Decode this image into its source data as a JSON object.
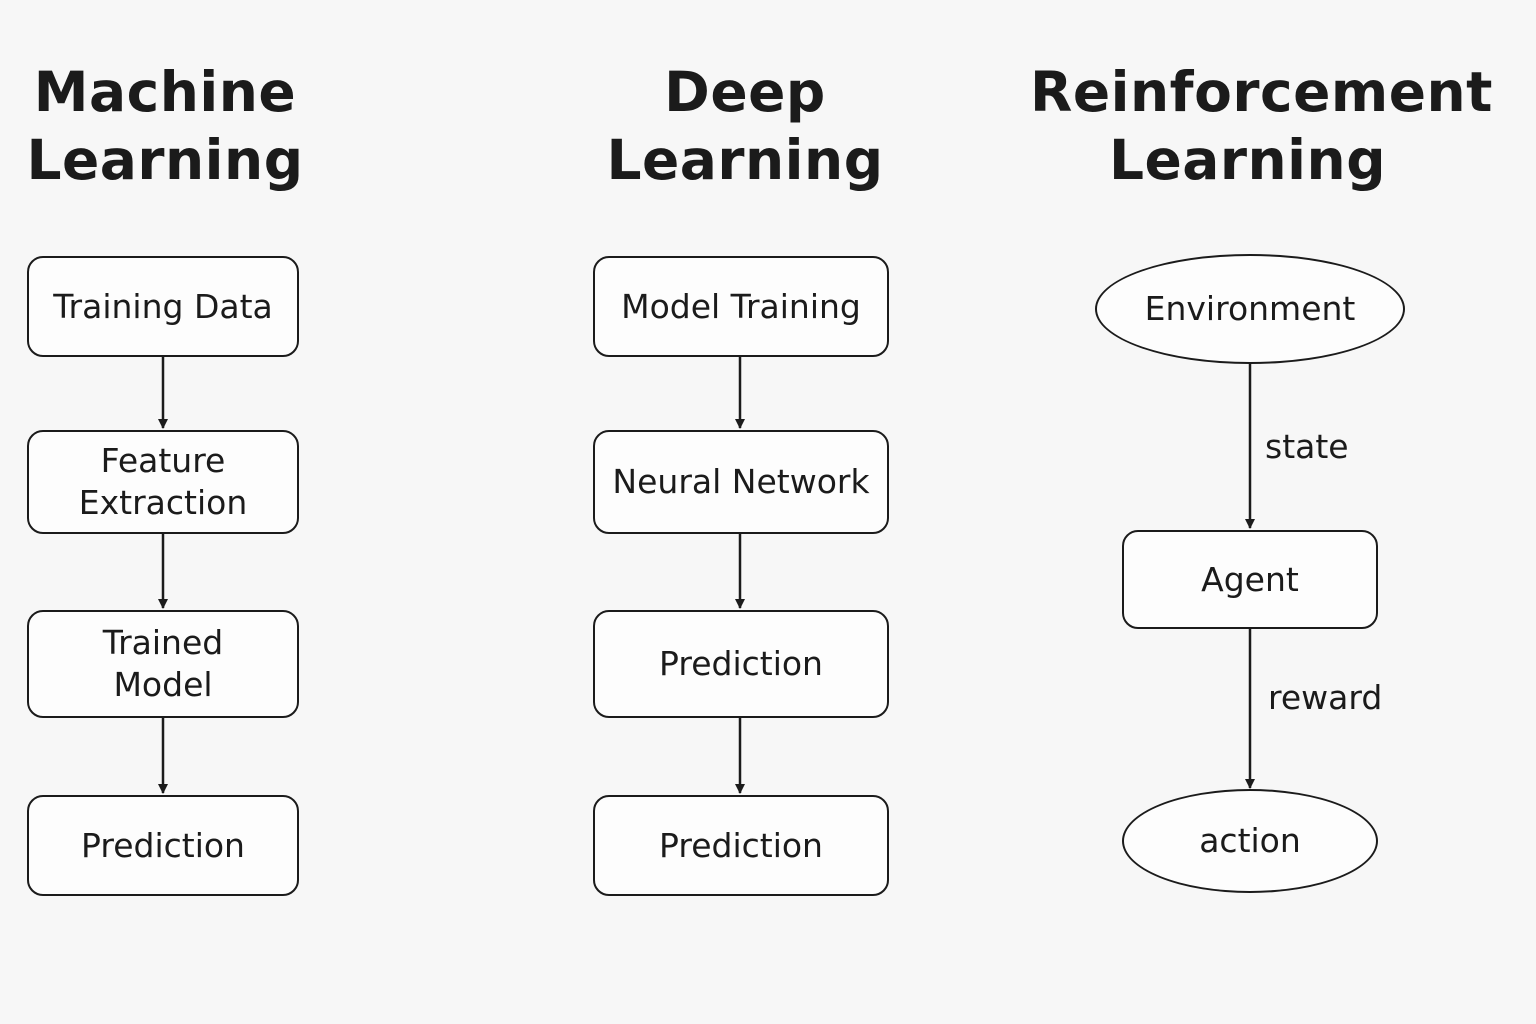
{
  "columns": {
    "ml": {
      "title": "Machine\nLearning",
      "nodes": [
        "Training Data",
        "Feature\nExtraction",
        "Trained\nModel",
        "Prediction"
      ]
    },
    "dl": {
      "title": "Deep Learning",
      "nodes": [
        "Model Training",
        "Neural Network",
        "Prediction",
        "Prediction"
      ]
    },
    "rl": {
      "title": "Reinforcement\nLearning",
      "nodes": [
        "Environment",
        "Agent",
        "action"
      ],
      "edges": [
        "state",
        "reward"
      ]
    }
  }
}
